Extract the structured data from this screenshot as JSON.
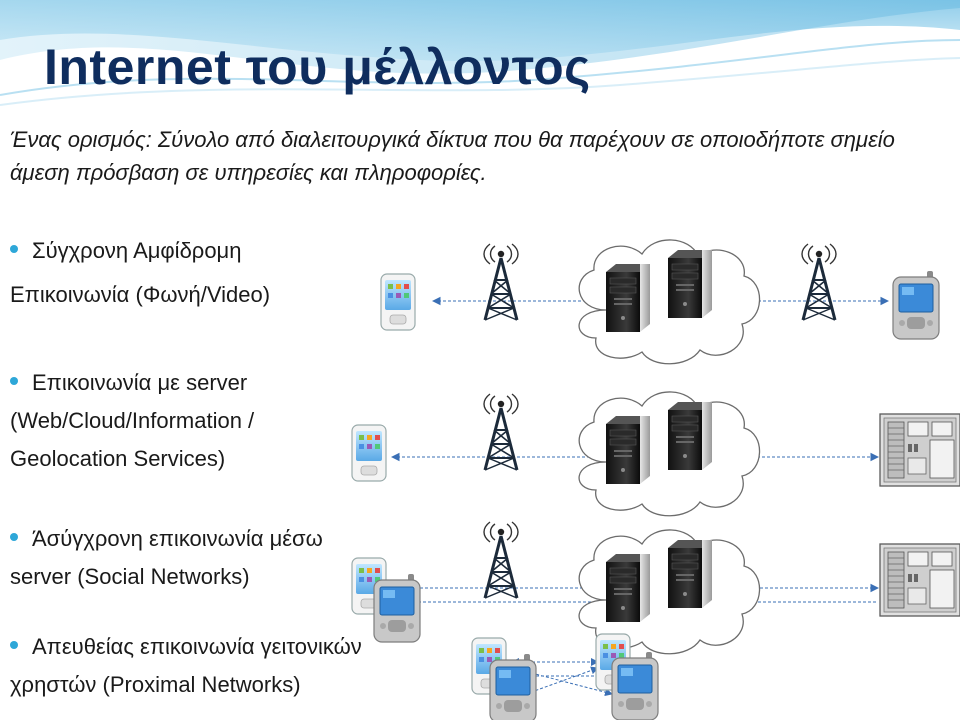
{
  "slide": {
    "title": "Internet του μέλλοντος",
    "definition_label": "Ένας ορισμός:",
    "definition_text": "Σύνολο από  διαλειτουργικά δίκτυα που θα παρέχουν σε οποιοδήποτε σημείο άμεση πρόσβαση σε υπηρεσίες και πληροφορίες."
  },
  "bullets": [
    {
      "line1": "Σύγχρονη Αμφίδρομη",
      "line2": "Επικοινωνία  (Φωνή/Video)",
      "line3": ""
    },
    {
      "line1": "Επικοινωνία με server",
      "line2": "(Web/Cloud/Information /",
      "line3": "Geolocation Services)"
    },
    {
      "line1": "Άσύγχρονη επικοινωνία μέσω",
      "line2": "server (Social Networks)",
      "line3": ""
    },
    {
      "line1": "Απευθείας επικοινωνία γειτονικών",
      "line2": "χρηστών (Proximal Networks)",
      "line3": ""
    }
  ],
  "colors": {
    "title": "#0f2d5e",
    "bullet": "#2ea7d8",
    "header_wave": "#9fd4ec",
    "link_line": "#3a6fb5"
  },
  "icons": [
    "smartphone-icon",
    "pda-phone-icon",
    "antenna-tower-icon",
    "server-cloud-icon",
    "server-rack-icon"
  ]
}
